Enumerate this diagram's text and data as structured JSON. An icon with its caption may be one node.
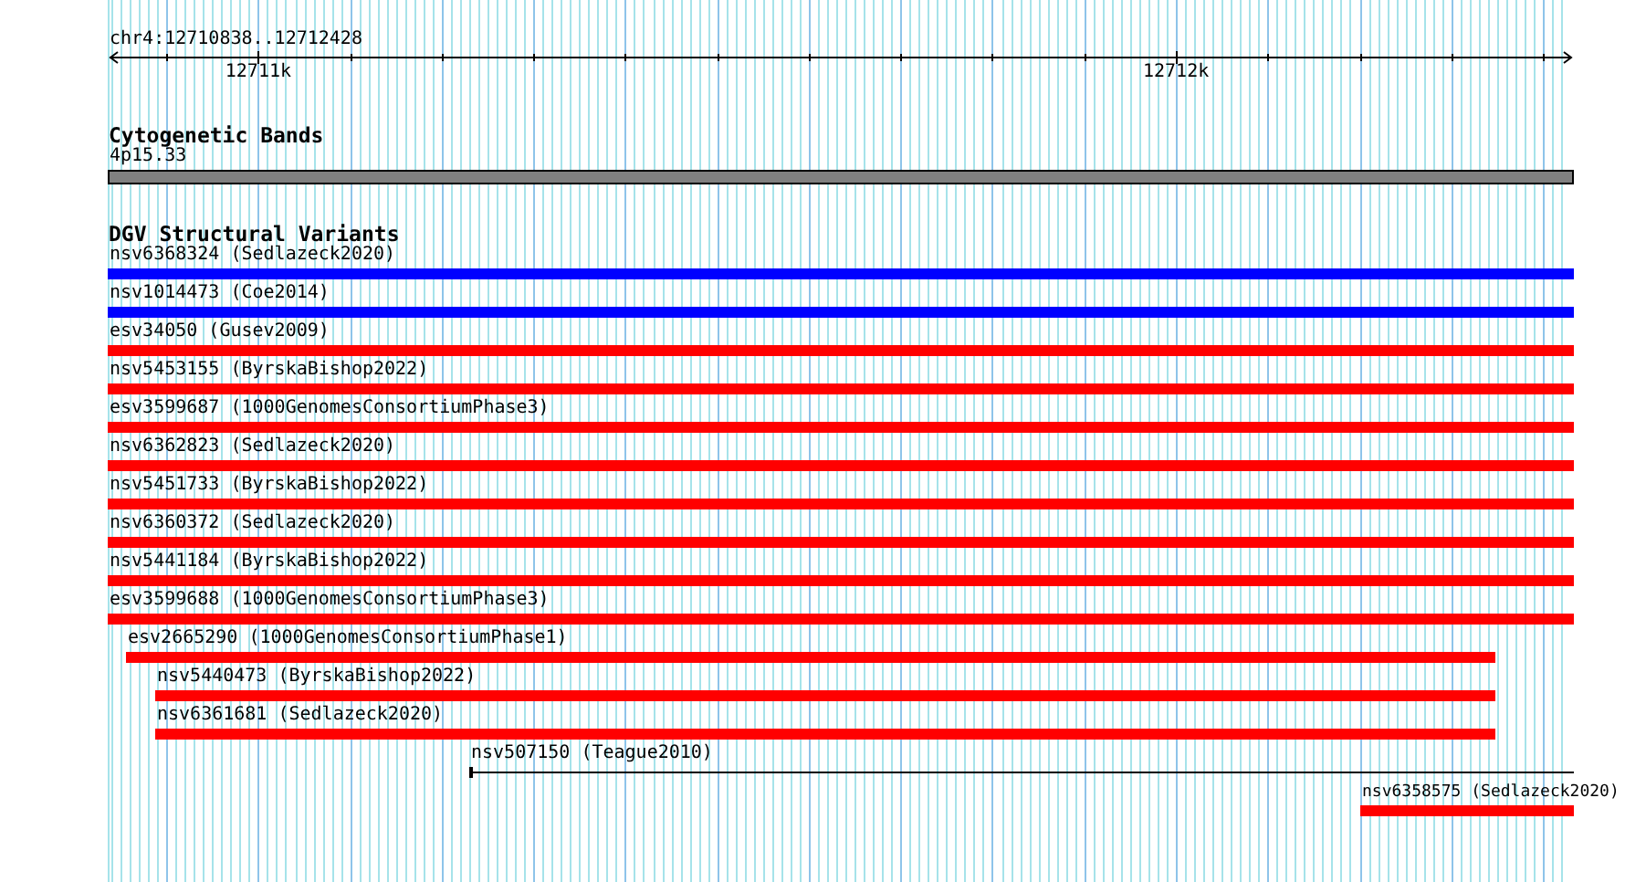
{
  "diagram": {
    "nodes": [
      {
        "text": [],
        "shape": "bar",
        "beside": [
          "4p15.33"
        ]
      },
      {
        "text": [],
        "shape": "bar",
        "beside": [
          "nsv6368324 (Sedlazeck2020)"
        ]
      },
      {
        "text": [],
        "shape": "bar",
        "beside": [
          "nsv1014473 (Coe2014)"
        ]
      },
      {
        "text": [],
        "shape": "bar",
        "beside": [
          "esv34050 (Gusev2009)"
        ]
      },
      {
        "text": [],
        "shape": "bar",
        "beside": [
          "nsv5453155 (ByrskaBishop2022)"
        ]
      },
      {
        "text": [],
        "shape": "bar",
        "beside": [
          "esv3599687 (1000GenomesConsortiumPhase3)"
        ]
      },
      {
        "text": [],
        "shape": "bar",
        "beside": [
          "nsv6362823 (Sedlazeck2020)"
        ]
      },
      {
        "text": [],
        "shape": "bar",
        "beside": [
          "nsv5451733 (ByrskaBishop2022)"
        ]
      },
      {
        "text": [],
        "shape": "bar",
        "beside": [
          "nsv6360372 (Sedlazeck2020)"
        ]
      },
      {
        "text": [],
        "shape": "bar",
        "beside": [
          "nsv5441184 (ByrskaBishop2022)"
        ]
      },
      {
        "text": [],
        "shape": "bar",
        "beside": [
          "esv3599688 (1000GenomesConsortiumPhase3)"
        ]
      },
      {
        "text": [],
        "shape": "bar",
        "beside": [
          "esv2665290 (1000GenomesConsortiumPhase1)"
        ]
      },
      {
        "text": [],
        "shape": "bar",
        "beside": [
          "nsv5440473 (ByrskaBishop2022)"
        ]
      },
      {
        "text": [],
        "shape": "bar",
        "beside": [
          "nsv6361681 (Sedlazeck2020)"
        ]
      },
      {
        "text": [],
        "shape": "line",
        "beside": [
          "nsv507150 (Teague2010)"
        ]
      },
      {
        "text": [],
        "shape": "bar",
        "beside": [
          "nsv6358575 (Sedlazeck2020)"
        ]
      }
    ],
    "labels": [
      "chr4:12710838..12712428",
      "12711k",
      "12712k",
      "Cytogenetic Bands",
      "DGV Structural Variants"
    ]
  }
}
